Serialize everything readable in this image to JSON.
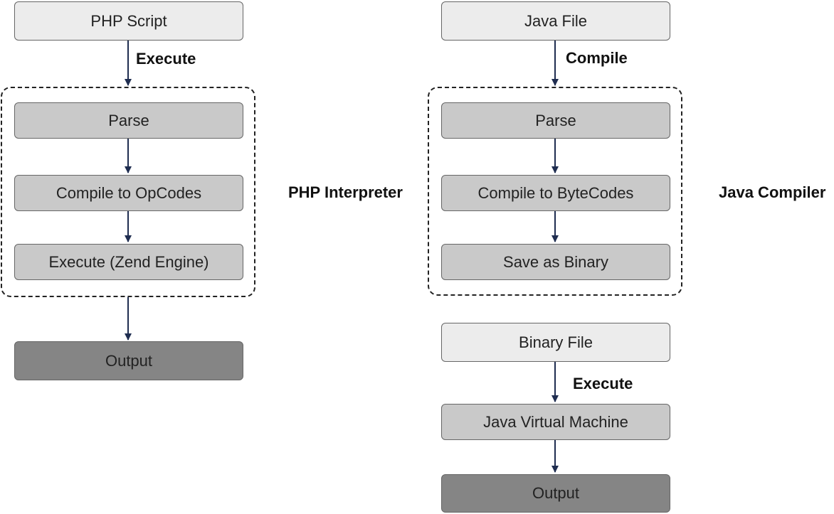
{
  "php": {
    "source": "PHP Script",
    "execute_label": "Execute",
    "steps": [
      "Parse",
      "Compile to OpCodes",
      "Execute (Zend Engine)"
    ],
    "group_label": "PHP Interpreter",
    "output": "Output"
  },
  "java": {
    "source": "Java File",
    "compile_label": "Compile",
    "steps": [
      "Parse",
      "Compile to ByteCodes",
      "Save as Binary"
    ],
    "group_label": "Java Compiler",
    "binary": "Binary File",
    "execute_label": "Execute",
    "vm": "Java Virtual Machine",
    "output": "Output"
  },
  "colors": {
    "light_fill": "#ececec",
    "step_fill": "#c9c9c9",
    "output_fill": "#858585",
    "arrow": "#1f2d50"
  }
}
